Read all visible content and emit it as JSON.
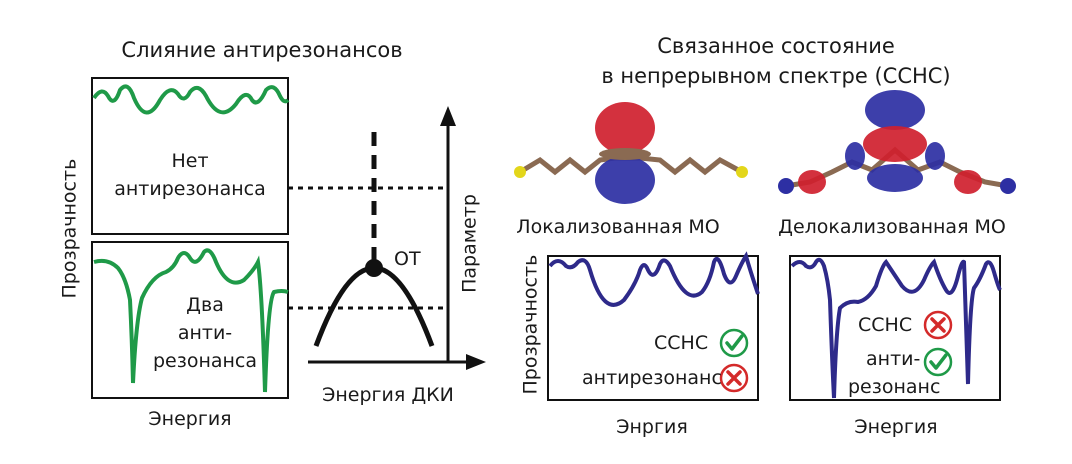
{
  "left_title": "Слияние антирезонансов",
  "right_title_line1": "Связанное состояние",
  "right_title_line2": "в непрерывном спектре (ССНС)",
  "left_panel": {
    "y_label": "Прозрачность",
    "x_label": "Энергия",
    "top_box_line1": "Нет",
    "top_box_line2": "антирезонанса",
    "bottom_box_line1": "Два",
    "bottom_box_line2": "анти-",
    "bottom_box_line3": "резонанса"
  },
  "middle_diagram": {
    "x_label": "Энергия ДКИ",
    "y_label": "Параметр",
    "point_label": "ОТ"
  },
  "molecules": {
    "left_label": "Локализованная МО",
    "right_label": "Делокализованная МО"
  },
  "right_panels": {
    "y_label": "Прозрачность",
    "left_x_label": "Энргия",
    "right_x_label": "Энергия",
    "left_bic_label": "ССНС",
    "left_bic_status": "check",
    "left_antires_label": "антирезонанс",
    "left_antires_status": "cross",
    "right_bic_label": "ССНС",
    "right_bic_status": "cross",
    "right_antires_line1": "анти-",
    "right_antires_line2": "резонанс",
    "right_antires_status": "check"
  },
  "colors": {
    "green_curve": "#1f9a48",
    "blue_curve": "#2e2a8a",
    "orbital_red": "#cf1f2e",
    "orbital_blue": "#2d2fa3",
    "check_green": "#1f9a48",
    "cross_red": "#d42a2a"
  },
  "icons": [
    "check-icon",
    "cross-icon"
  ]
}
